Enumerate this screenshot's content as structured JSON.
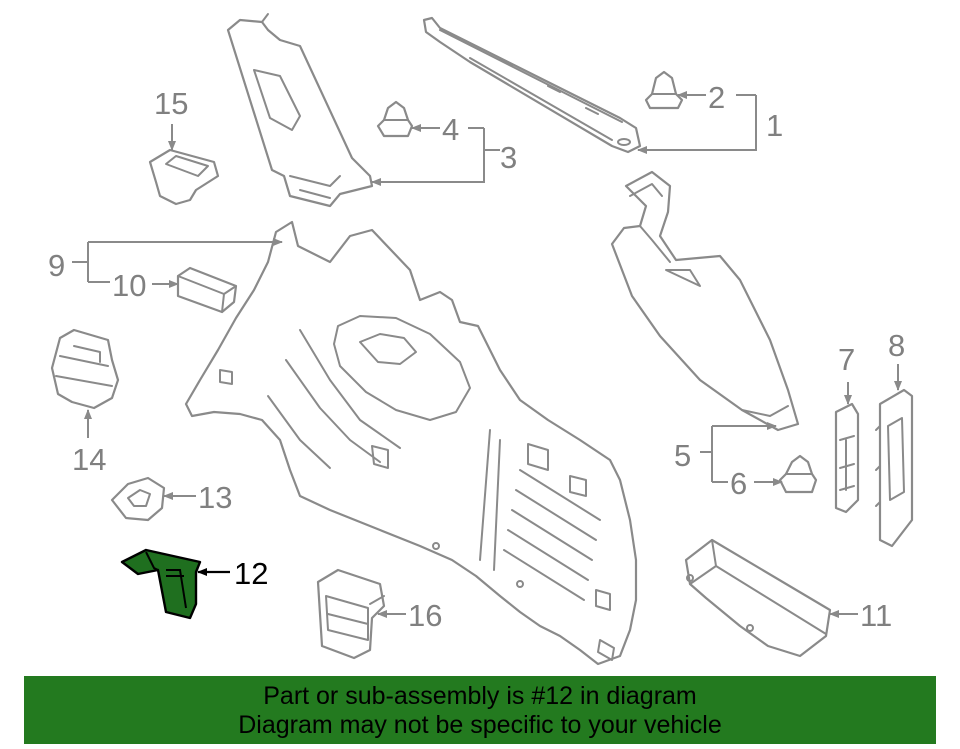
{
  "callouts": {
    "c1": "1",
    "c2": "2",
    "c3": "3",
    "c4": "4",
    "c5": "5",
    "c6": "6",
    "c7": "7",
    "c8": "8",
    "c9": "9",
    "c10": "10",
    "c11": "11",
    "c12": "12",
    "c13": "13",
    "c14": "14",
    "c15": "15",
    "c16": "16"
  },
  "highlight_color": "#1f6f1f",
  "banner": {
    "line1": "Part or sub-assembly is #12 in diagram",
    "line2": "Diagram may not be specific to your vehicle",
    "color": "#237a1f"
  }
}
